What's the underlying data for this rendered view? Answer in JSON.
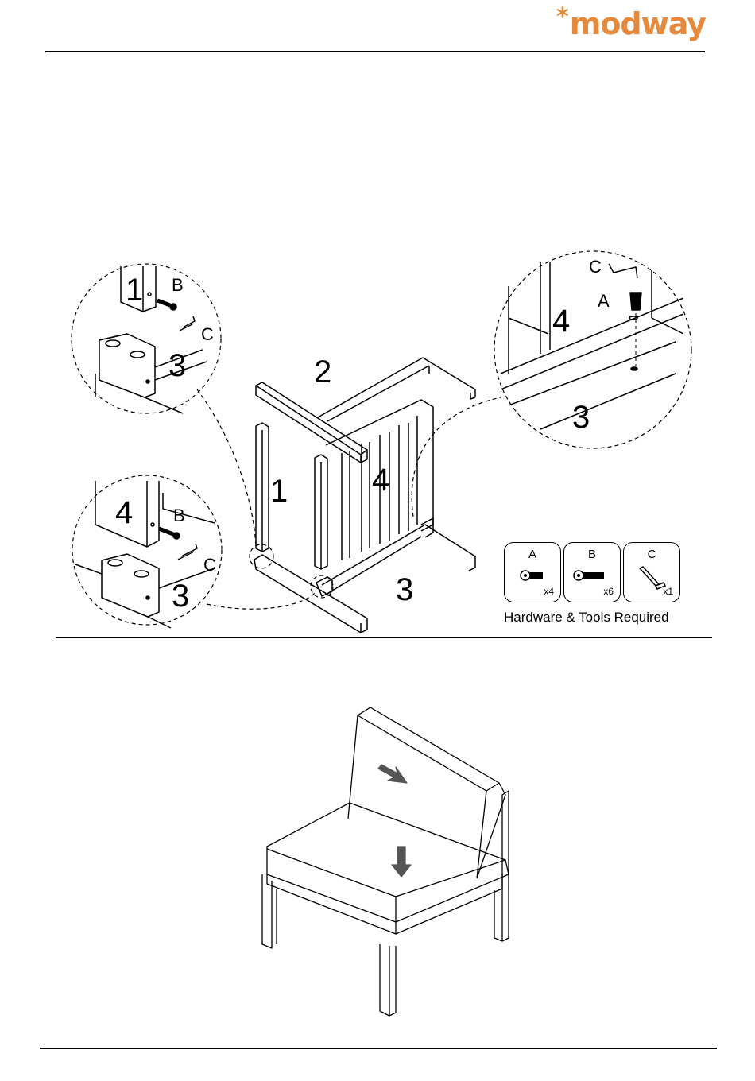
{
  "brand": {
    "logo_text": "modway",
    "logo_star": "*",
    "color": "#e58a3c"
  },
  "parts": {
    "p1": "1",
    "p2": "2",
    "p3": "3",
    "p4": "4"
  },
  "callouts": {
    "top_left": {
      "part_a": "1",
      "part_b": "3",
      "hw_b": "B",
      "tool_c": "C"
    },
    "bottom_left": {
      "part_a": "4",
      "part_b": "3",
      "hw_b": "B",
      "tool_c": "C"
    },
    "top_right": {
      "part_a": "4",
      "part_b": "3",
      "hw_a": "A",
      "tool_c": "C"
    }
  },
  "hardware": {
    "caption": "Hardware & Tools Required",
    "items": [
      {
        "letter": "A",
        "qty": "x4",
        "icon": "bolt-short-icon"
      },
      {
        "letter": "B",
        "qty": "x6",
        "icon": "bolt-long-icon"
      },
      {
        "letter": "C",
        "qty": "x1",
        "icon": "allen-key-icon"
      }
    ]
  }
}
